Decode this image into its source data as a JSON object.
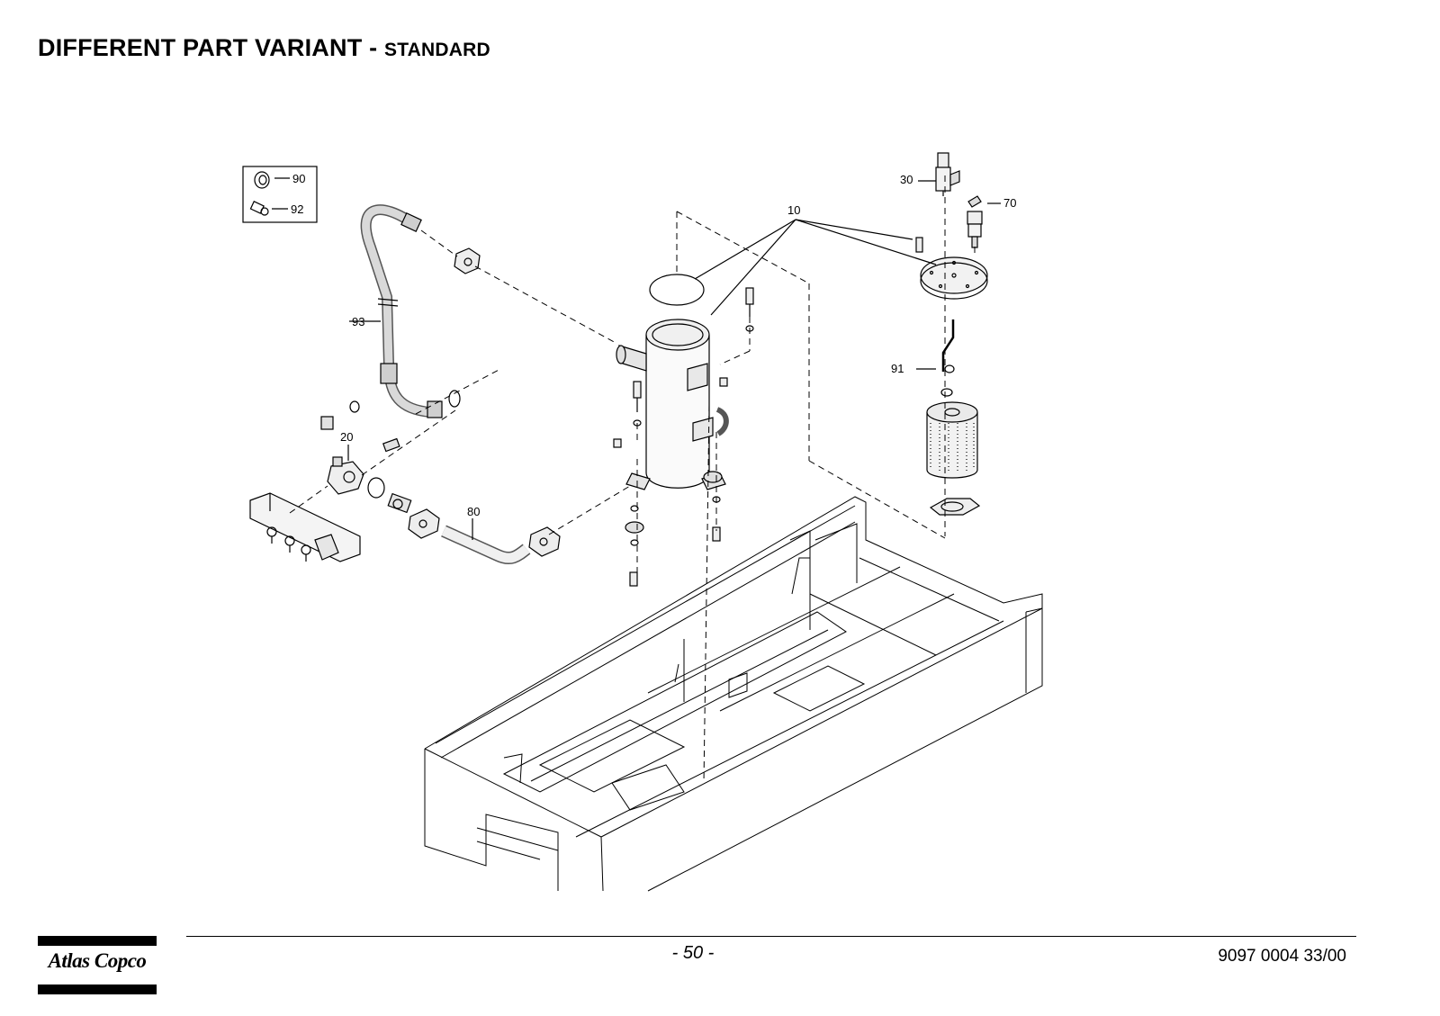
{
  "header": {
    "title_main": "DIFFERENT PART VARIANT",
    "title_sep": " - ",
    "title_sub": "STANDARD"
  },
  "diagram": {
    "callouts": {
      "c10": "10",
      "c20": "20",
      "c30": "30",
      "c70": "70",
      "c80": "80",
      "c90": "90",
      "c91": "91",
      "c92": "92",
      "c93": "93"
    }
  },
  "footer": {
    "page_number": "- 50 -",
    "doc_number": "9097 0004 33/00",
    "logo_text": "Atlas Copco"
  }
}
